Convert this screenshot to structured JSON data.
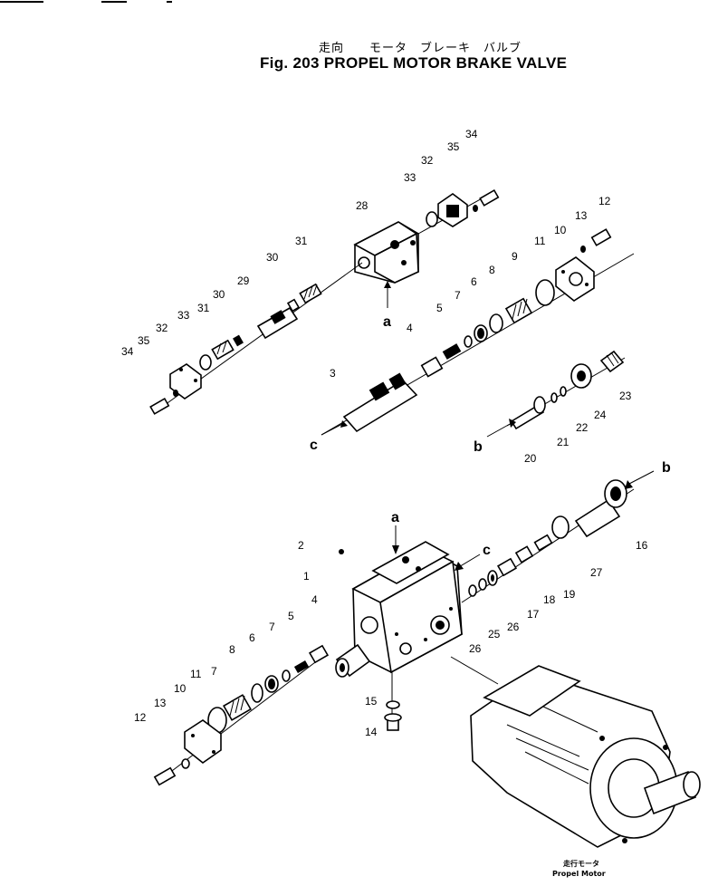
{
  "figure": {
    "title_jp": "走向　　モータ　ブレーキ　バルブ",
    "title_en": "Fig. 203  PROPEL MOTOR BRAKE VALVE"
  },
  "reference_letters": [
    "a",
    "b",
    "c"
  ],
  "motor_caption": {
    "jp": "走行モータ",
    "en": "Propel Motor"
  },
  "part_numbers": [
    "1",
    "2",
    "3",
    "4",
    "5",
    "6",
    "7",
    "8",
    "9",
    "10",
    "11",
    "12",
    "13",
    "14",
    "15",
    "16",
    "17",
    "18",
    "19",
    "20",
    "21",
    "22",
    "23",
    "24",
    "25",
    "26",
    "27",
    "28",
    "29",
    "30",
    "31",
    "32",
    "33",
    "34",
    "35"
  ]
}
